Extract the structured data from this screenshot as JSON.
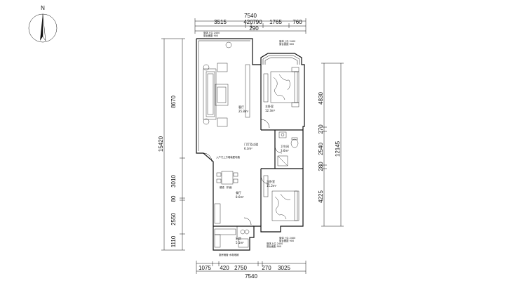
{
  "compass": {
    "north_label": "N"
  },
  "dimensions": {
    "top_total": "7540",
    "top_segments": [
      "3515",
      "420",
      "790",
      "1765",
      "760"
    ],
    "top_sub": "290",
    "bottom_total": "7540",
    "bottom_segments": [
      "1075",
      "420",
      "2750",
      "270",
      "3025"
    ],
    "left_total": "15420",
    "left_segments": [
      "8670",
      "3010",
      "80",
      "2550",
      "1110"
    ],
    "right_total": "12145",
    "right_segments": [
      "4830",
      "270",
      "2540",
      "280",
      "4225"
    ]
  },
  "rooms": {
    "living": {
      "name": "客厅",
      "area": "25.8m²"
    },
    "master_bedroom": {
      "name": "主卧室",
      "area": "12.3m²"
    },
    "hallway": {
      "name": "门厅及过道",
      "area": "6.3m²"
    },
    "bathroom": {
      "name": "卫生间",
      "area": "3.6m²"
    },
    "second_bedroom": {
      "name": "次卧室",
      "area": "11.2m²"
    },
    "dining": {
      "name": "餐厅",
      "area": "8.6m²"
    },
    "kitchen": {
      "name": "厨房",
      "area": "5.1m²"
    }
  },
  "annotations": {
    "balcony_top": [
      "窗体上沿 2400",
      "窗台面距 900"
    ],
    "bay_window": [
      "窗体上沿 2400",
      "窗台面距 600"
    ],
    "bottom_window": [
      "窗体上沿 2400",
      "窗台面距 900"
    ],
    "bottom_right_window": [
      "窗体上沿 2400",
      "窗台面距 900"
    ],
    "entry_note": "入户门上方暗装配电箱",
    "kitchen_note": "厨房暗管 水电暗铺",
    "dining_note": "餐桌（平面）"
  }
}
